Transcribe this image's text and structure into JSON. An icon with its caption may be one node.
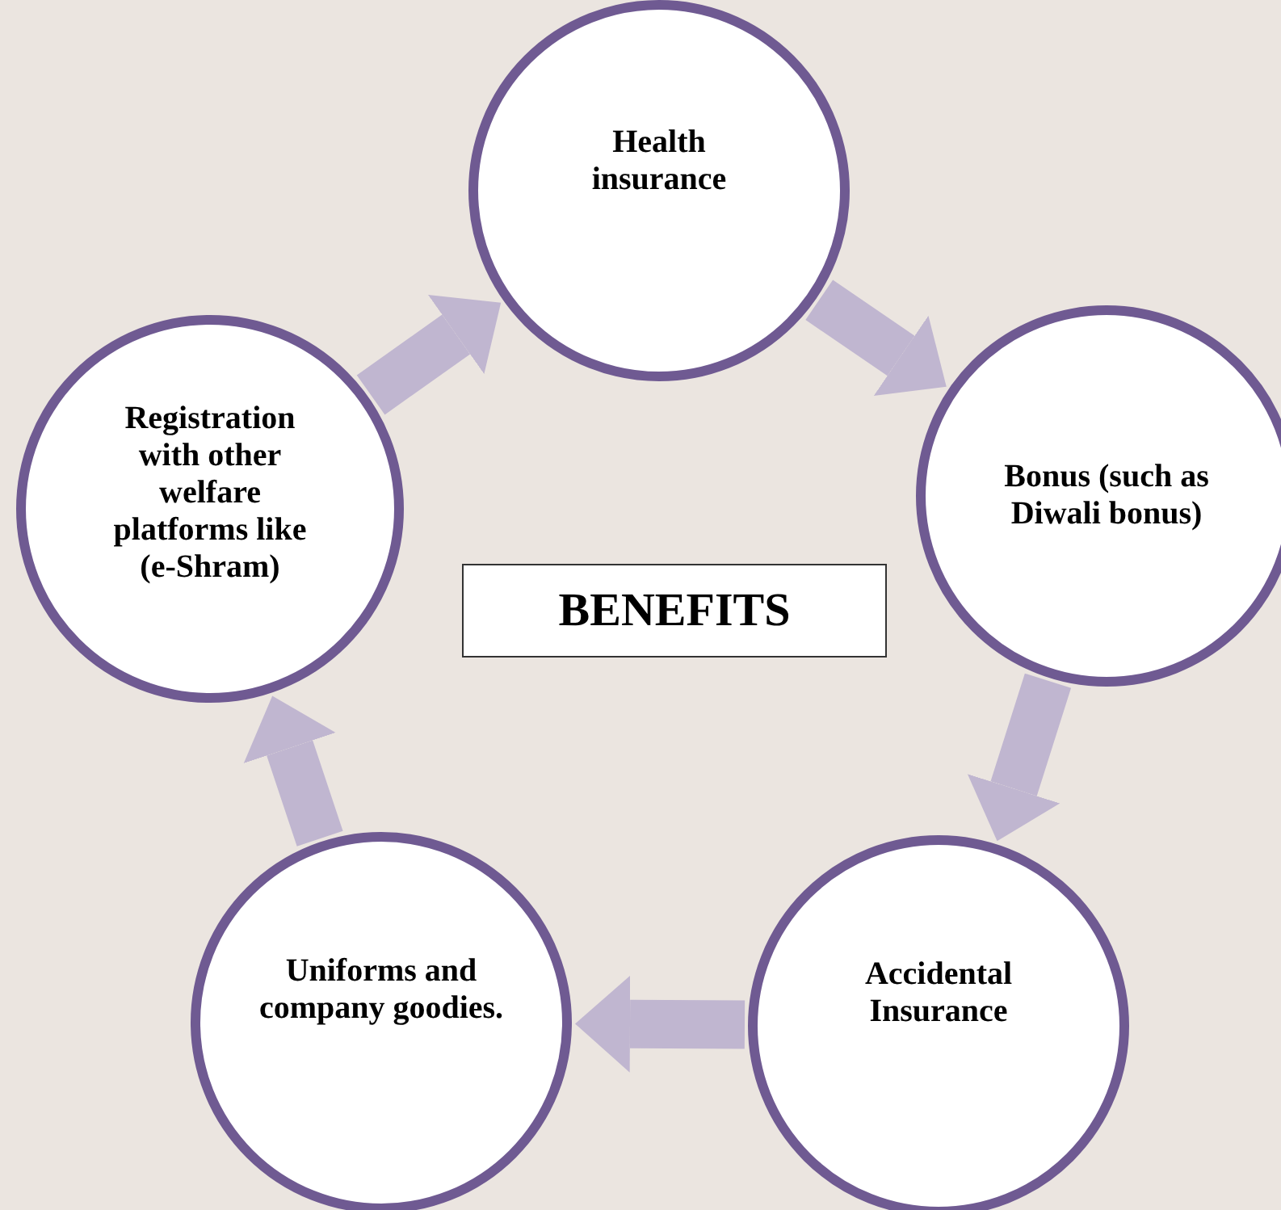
{
  "diagram": {
    "nodes": [
      {
        "text": [
          "Health insurance"
        ]
      },
      {
        "text": [
          "Bonus (such as Diwali bonus)"
        ]
      },
      {
        "text": [
          "Accidental Insurance"
        ]
      },
      {
        "text": [
          "Uniforms and company goodies."
        ]
      },
      {
        "text": [
          "Registration with other welfare platforms like (e-Shram)"
        ]
      },
      {
        "text": [
          "BENEFITS"
        ]
      }
    ],
    "edges": [
      {
        "from": 4,
        "to": 0,
        "arrow": "to"
      },
      {
        "from": 0,
        "to": 1,
        "arrow": "to"
      },
      {
        "from": 1,
        "to": 2,
        "arrow": "to"
      },
      {
        "from": 2,
        "to": 3,
        "arrow": "to"
      },
      {
        "from": 3,
        "to": 4,
        "arrow": "to"
      }
    ]
  }
}
